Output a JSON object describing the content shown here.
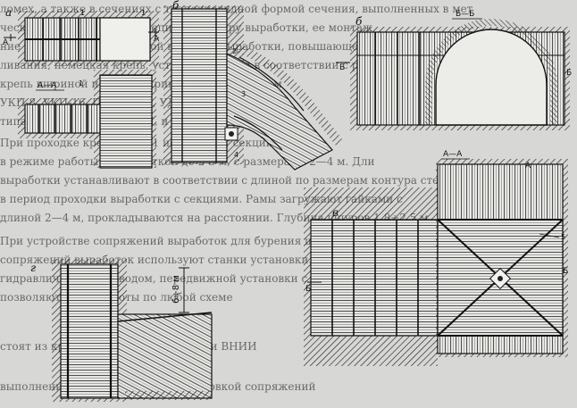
{
  "panel_labels": {
    "a": "а",
    "b": "б",
    "b2": "б",
    "v": "в",
    "g": "г"
  },
  "section_labels": {
    "a_left": "А",
    "a_right": "А",
    "aa": "А—А",
    "bb": "Б—Б",
    "b_left": "Б",
    "b_right": "Б",
    "v_aa": "А—А",
    "v_a": "А",
    "v_b_right": "Б",
    "v_b_left": "Б"
  },
  "callouts": {
    "n1a": "1",
    "n1b": "1",
    "n1c": "1",
    "n2": "2",
    "n3": "3",
    "n4": "4",
    "n5": "5"
  },
  "dimension": "6÷8 м",
  "background_lines": [
    "ломех, а также в сечениях с трапециевидной формой сечения, выполненных в мет",
    "ческой или деревянной крепи, по контуру выработки, ее монтаж",
    "ние крепи, устанавливаемой на почву выработки, повышающей",
    "ливания, немецкая крепь, устанавливаемая в соответствии с расчетом при",
    "крепь шириной и 4 м, с шириной крепежных рам",
    "УКП-8, УКП-16, ПА-1, ПКС, УДП-1 и другие",
    "типа УКП-16, УКП-20, УКП, и т.д.",
    "При проходке крепи МАП-1 используют секции",
    "в режиме работы с выработкой до 2-3 м, с размерами 2—4 м. Дли",
    "выработки устанавливают в соответствии с длиной по размерам контура стенок. Устанавл",
    "в период проходки выработки с секциями. Рамы загружают гайками с",
    "длиной 2—4 м, прокладываются на расстоянии. Глубина шпуров 1,8÷2,5 м.",
    "При устройстве сопряжений выработок для бурения шпуров применяют бурильные",
    "сопряжений выработок используют станки установки. Станки состоят из крепежных",
    "гидравлическим приводом, передвижной установки с гидроцилиндром",
    "позволяют вести работы по любой схеме",
    "стоят из крепежных рам конструкции ВНИИ",
    "выполнения крепи в шахтах, с установкой сопряжений"
  ]
}
